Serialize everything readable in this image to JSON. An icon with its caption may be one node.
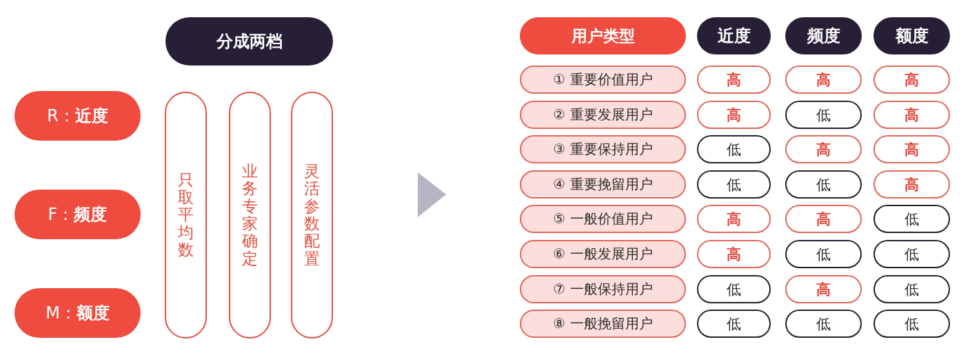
{
  "diagram": {
    "nodes": [
      {
        "text": [
          "分成两档"
        ]
      },
      {
        "text": [
          "R：**近度**"
        ]
      },
      {
        "text": [
          "F：**频度**"
        ]
      },
      {
        "text": [
          "M：**额度**"
        ]
      },
      {
        "text": [
          "只取平均数"
        ]
      },
      {
        "text": [
          "业务专家确定"
        ]
      },
      {
        "text": [
          "灵活参数配置"
        ]
      },
      {
        "text": [
          "用户类型"
        ]
      },
      {
        "text": [
          "近度"
        ]
      },
      {
        "text": [
          "频度"
        ]
      },
      {
        "text": [
          "额度"
        ]
      },
      {
        "text": [
          "① 重要价值用户"
        ]
      },
      {
        "text": [
          "高"
        ]
      },
      {
        "text": [
          "高"
        ]
      },
      {
        "text": [
          "高"
        ]
      },
      {
        "text": [
          "② 重要发展用户"
        ]
      },
      {
        "text": [
          "高"
        ]
      },
      {
        "text": [
          "低"
        ]
      },
      {
        "text": [
          "高"
        ]
      },
      {
        "text": [
          "③ 重要保持用户"
        ]
      },
      {
        "text": [
          "低"
        ]
      },
      {
        "text": [
          "高"
        ]
      },
      {
        "text": [
          "高"
        ]
      },
      {
        "text": [
          "④ 重要挽留用户"
        ]
      },
      {
        "text": [
          "低"
        ]
      },
      {
        "text": [
          "低"
        ]
      },
      {
        "text": [
          "高"
        ]
      },
      {
        "text": [
          "⑤ 一般价值用户"
        ]
      },
      {
        "text": [
          "高"
        ]
      },
      {
        "text": [
          "高"
        ]
      },
      {
        "text": [
          "低"
        ]
      },
      {
        "text": [
          "⑥ 一般发展用户"
        ]
      },
      {
        "text": [
          "高"
        ]
      },
      {
        "text": [
          "低"
        ]
      },
      {
        "text": [
          "低"
        ]
      },
      {
        "text": [
          "⑦ 一般保持用户"
        ]
      },
      {
        "text": [
          "低"
        ]
      },
      {
        "text": [
          "高"
        ]
      },
      {
        "text": [
          "低"
        ]
      },
      {
        "text": [
          "⑧ 一般挽留用户"
        ]
      },
      {
        "text": [
          "低"
        ]
      },
      {
        "text": [
          "低"
        ]
      },
      {
        "text": [
          "低"
        ]
      }
    ]
  }
}
